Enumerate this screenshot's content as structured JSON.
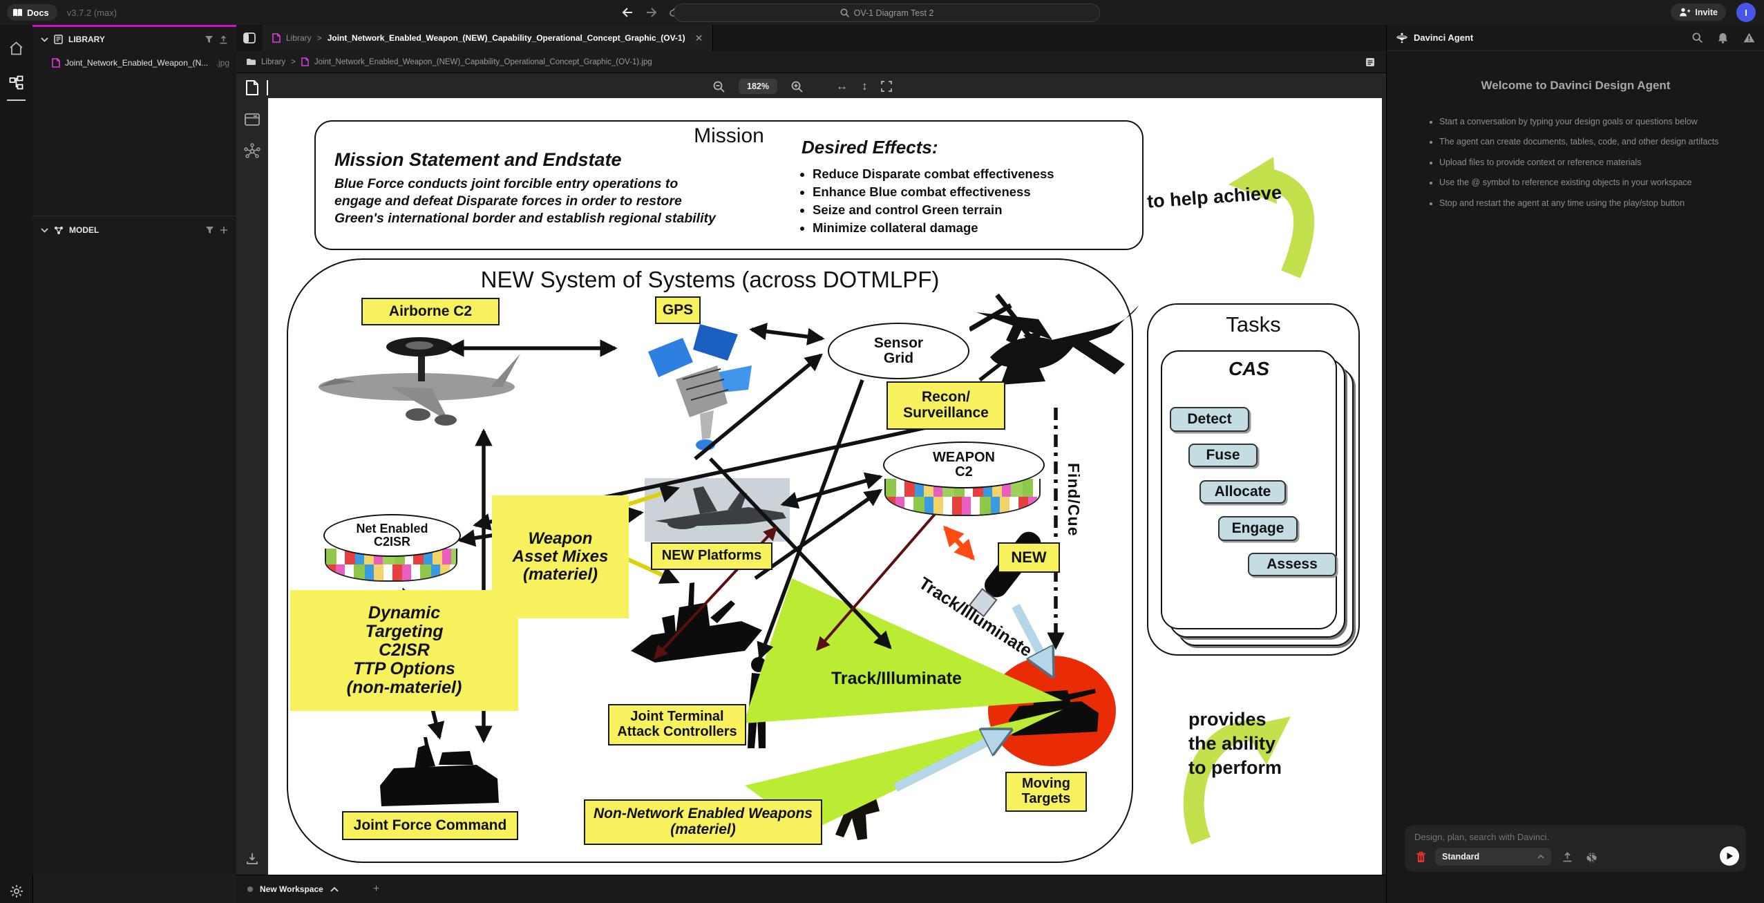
{
  "app": {
    "logo": "Docs",
    "version": "v3.7.2 (max)",
    "search_value": "OV-1 Diagram Test 2",
    "invite_label": "Invite",
    "avatar_initial": "I"
  },
  "sidebar": {
    "library_title": "LIBRARY",
    "library_file": "Joint_Network_Enabled_Weapon_(N...",
    "library_file_ext": ".jpg",
    "model_title": "MODEL"
  },
  "tab": {
    "crumb_root": "Library",
    "crumb_sep": ">",
    "title": "Joint_Network_Enabled_Weapon_(NEW)_Capability_Operational_Concept_Graphic_(OV-1)",
    "close_glyph": "✕"
  },
  "breadcrumb": {
    "root": "Library",
    "sep": ">",
    "file": "Joint_Network_Enabled_Weapon_(NEW)_Capability_Operational_Concept_Graphic_(OV-1).jpg"
  },
  "canvas_toolbar": {
    "zoom_level": "182%",
    "fit_width_glyph": "↔",
    "fit_height_glyph": "↕"
  },
  "workspace_bar": {
    "tab_label": "New Workspace",
    "new_tab_glyph": "+"
  },
  "agent_panel": {
    "title": "Davinci Agent",
    "welcome_title": "Welcome to Davinci Design Agent",
    "tips": [
      "Start a conversation by typing your design goals or questions below",
      "The agent can create documents, tables, code, and other design artifacts",
      "Upload files to provide context or reference materials",
      "Use the @ symbol to reference existing objects in your workspace",
      "Stop and restart the agent at any time using the play/stop button"
    ],
    "input": {
      "placeholder": "Design, plan, search with Davinci.",
      "mode": "Standard"
    }
  },
  "diagram": {
    "mission": {
      "title": "Mission",
      "statement_heading": "Mission Statement and Endstate",
      "statement_body": "Blue Force conducts joint forcible entry operations to\nengage and defeat Disparate forces in order to restore\nGreen's international border and establish regional stability",
      "effects_heading": "Desired Effects:",
      "effects": [
        "Reduce Disparate combat effectiveness",
        "Enhance Blue combat effectiveness",
        "Seize and control Green terrain",
        "Minimize collateral damage"
      ]
    },
    "to_help_achieve": "to help achieve",
    "system": {
      "title": "NEW System of Systems (across DOTMLPF)",
      "airborne_c2": "Airborne C2",
      "gps": "GPS",
      "sensor_grid": "Sensor\nGrid",
      "recon_surveillance": "Recon/\nSurveillance",
      "weapon_c2": "WEAPON\nC2",
      "find_cue": "Find/Cue",
      "net_enabled_c2isr": "Net Enabled\nC2ISR",
      "weapon_asset_mixes": "Weapon\nAsset Mixes\n(materiel)",
      "new_platforms": "NEW Platforms",
      "new_label": "NEW",
      "dynamic_targeting": "Dynamic\nTargeting\nC2ISR\nTTP Options\n(non-materiel)",
      "track_illuminate_beam": "Track/Illuminate",
      "track_illuminate": "Track/Illuminate",
      "jtac": "Joint Terminal\nAttack Controllers",
      "moving_targets": "Moving\nTargets",
      "joint_force_command": "Joint Force Command",
      "non_network_weapons": "Non-Network Enabled Weapons\n(materiel)"
    },
    "tasks": {
      "title": "Tasks",
      "subtitle": "CAS",
      "steps": [
        "Detect",
        "Fuse",
        "Allocate",
        "Engage",
        "Assess"
      ]
    },
    "provides": "provides\nthe ability\nto perform",
    "colors": {
      "label_yellow": "#f7f15e",
      "beam_green": "#b9ec33",
      "target_red": "#ea2c06",
      "task_blue": "#c3dde2",
      "accent_magenta": "#c814c8"
    }
  }
}
